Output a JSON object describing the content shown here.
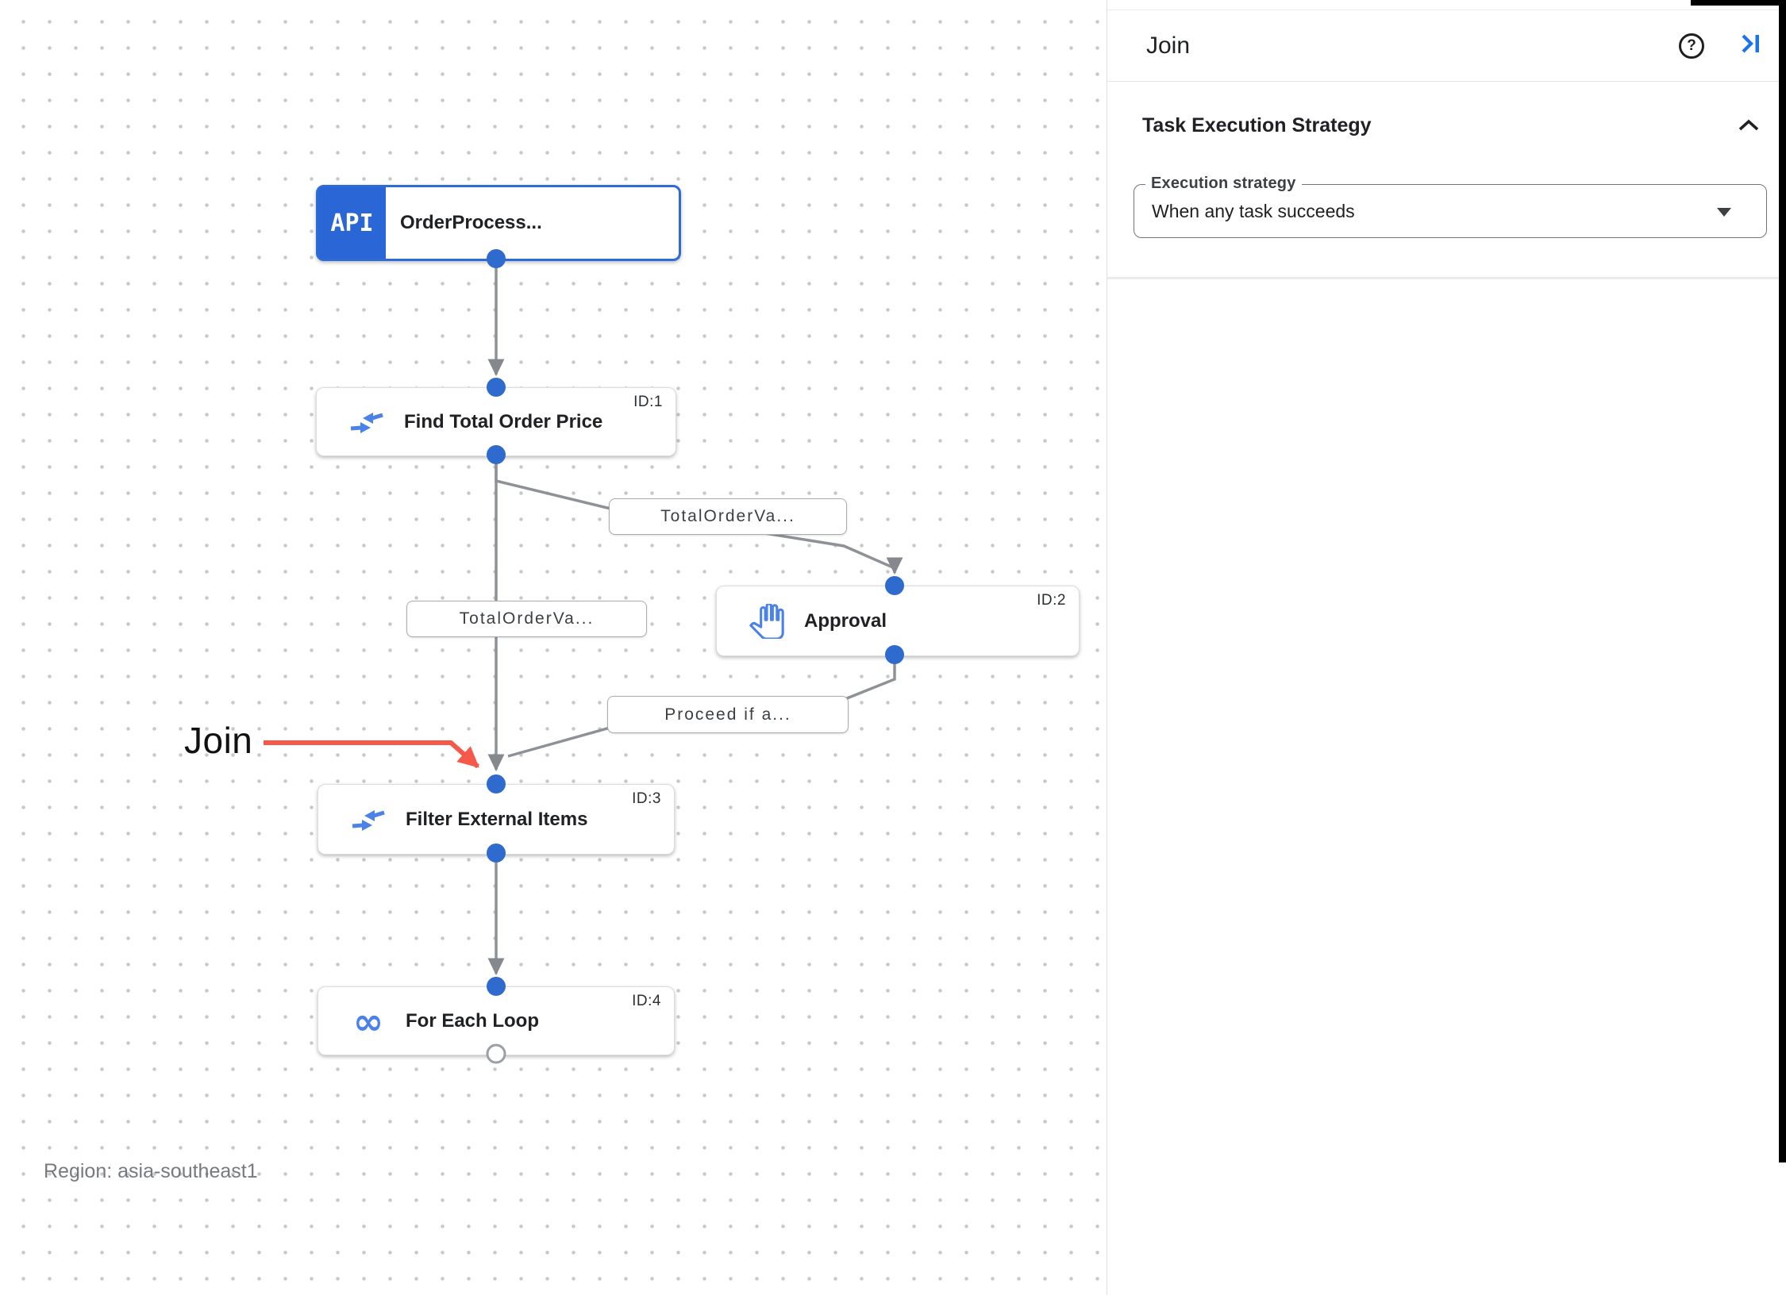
{
  "canvas": {
    "region_label": "Region: asia-southeast1",
    "annotation": {
      "label": "Join"
    },
    "nodes": [
      {
        "badge": "API",
        "label": "OrderProcess...",
        "id": ""
      },
      {
        "label": "Find Total Order Price",
        "id": "ID:1",
        "icon": "data-mapping"
      },
      {
        "label": "Approval",
        "id": "ID:2",
        "icon": "approval-hand"
      },
      {
        "label": "Filter External Items",
        "id": "ID:3",
        "icon": "data-mapping"
      },
      {
        "label": "For Each Loop",
        "id": "ID:4",
        "icon": "for-each-loop"
      }
    ],
    "edge_labels": [
      "TotalOrderVa...",
      "TotalOrderVa...",
      "Proceed if a..."
    ],
    "loop_icon_glyph": "∞"
  },
  "panel": {
    "title": "Join",
    "help_icon_glyph": "?",
    "section": {
      "title": "Task Execution Strategy",
      "field_label": "Execution strategy",
      "field_value": "When any task succeeds"
    }
  },
  "colors": {
    "accent_blue": "#2e6bd6",
    "icon_blue": "#4a82e8",
    "edge_gray": "#8e9297",
    "annotation_red": "#f4594a"
  }
}
